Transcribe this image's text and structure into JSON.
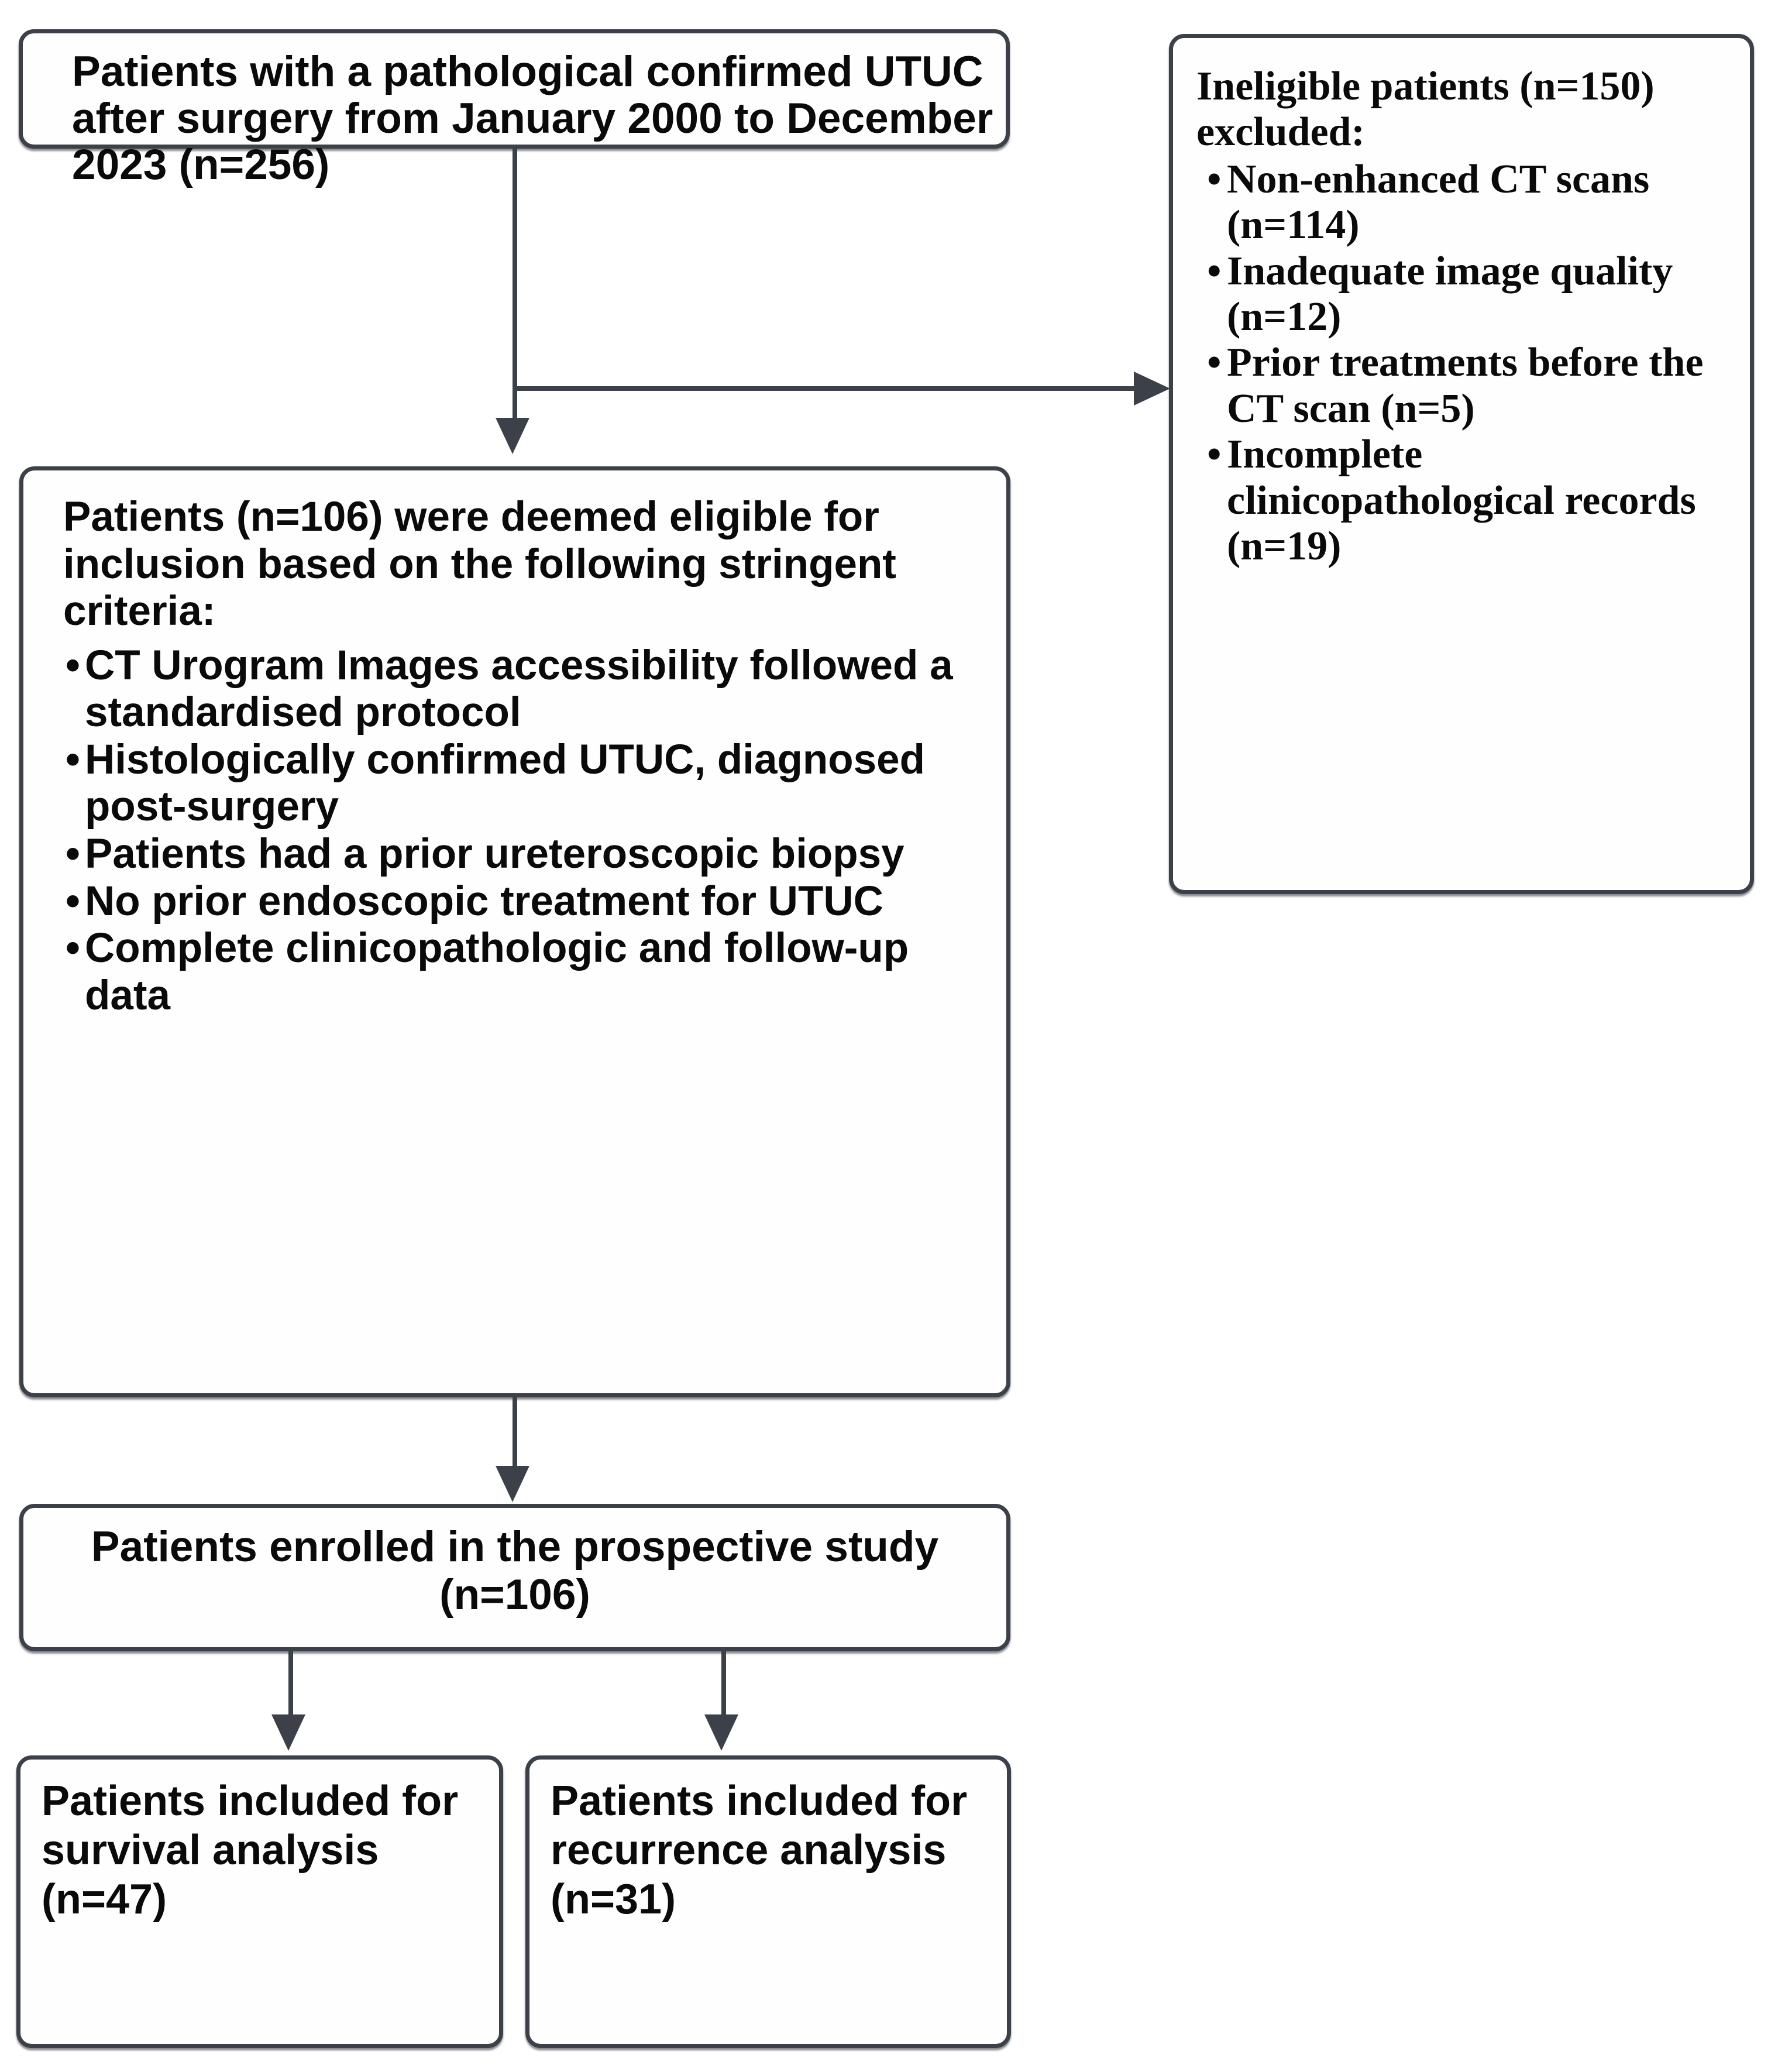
{
  "diagram": {
    "type": "patient-selection-flowchart",
    "border_color": "#3b4049",
    "background_color": "#ffffff",
    "text_color": "#0a0a0a"
  },
  "nodes": {
    "source": {
      "text": "Patients with a pathological confirmed UTUC after surgery from January 2000 to December 2023 (n=256)",
      "n": 256
    },
    "excluded": {
      "heading": "Ineligible patients (n=150) excluded:",
      "n": 150,
      "reasons": [
        {
          "label": "Non-enhanced CT scans (n=114)",
          "n": 114
        },
        {
          "label": " Inadequate image quality (n=12)",
          "n": 12
        },
        {
          "label": "Prior treatments before the CT scan (n=5)",
          "n": 5
        },
        {
          "label": "Incomplete clinicopathological records (n=19)",
          "n": 19
        }
      ]
    },
    "criteria": {
      "heading": "Patients (n=106) were deemed eligible for inclusion based on the following stringent criteria:",
      "n": 106,
      "items": [
        "CT Urogram Images accessibility followed a  standardised protocol",
        "Histologically confirmed UTUC, diagnosed post-surgery",
        "Patients had a prior ureteroscopic biopsy",
        "No prior endoscopic treatment for UTUC",
        "Complete clinicopathologic and follow-up data"
      ]
    },
    "enrolled": {
      "text": "Patients enrolled in the prospective study (n=106)",
      "n": 106
    },
    "survival_arm": {
      "text": "Patients included for survival analysis (n=47)",
      "n": 47
    },
    "recurrence_arm": {
      "text": "Patients included for recurrence analysis (n=31)",
      "n": 31
    }
  }
}
